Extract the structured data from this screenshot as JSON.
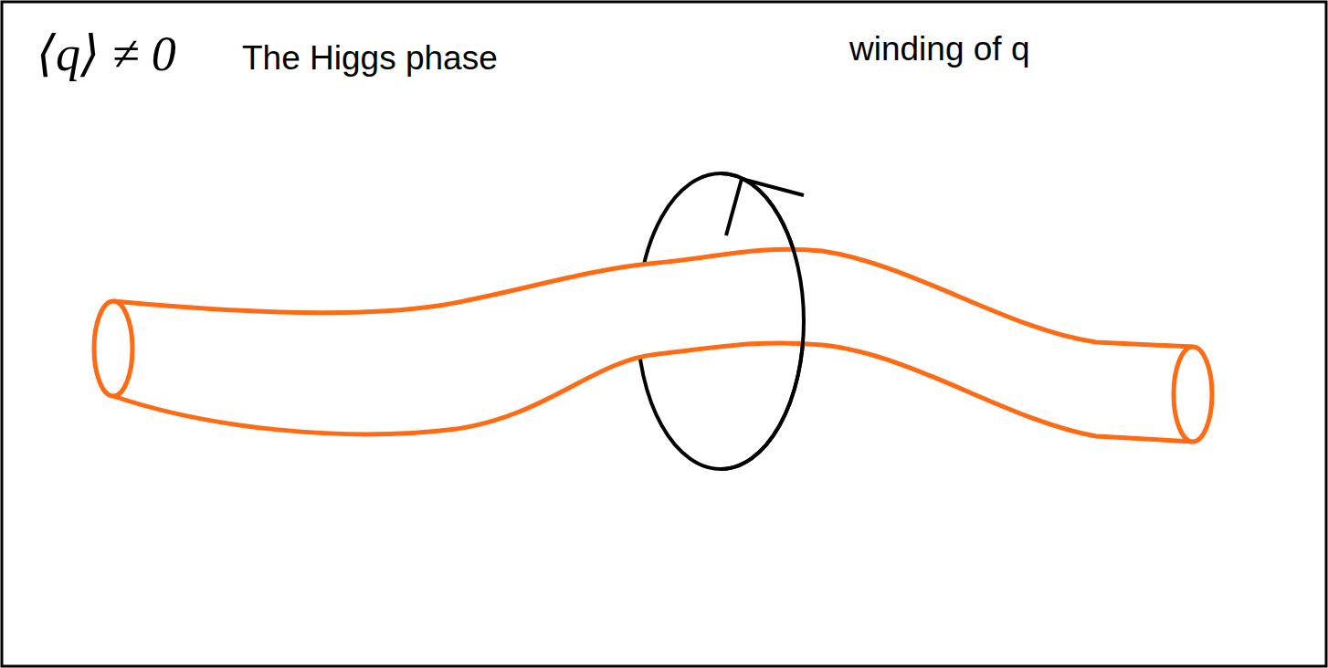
{
  "diagram": {
    "labels": [
      "⟨q⟩ ≠ 0",
      "The Higgs phase",
      "winding of q"
    ]
  }
}
